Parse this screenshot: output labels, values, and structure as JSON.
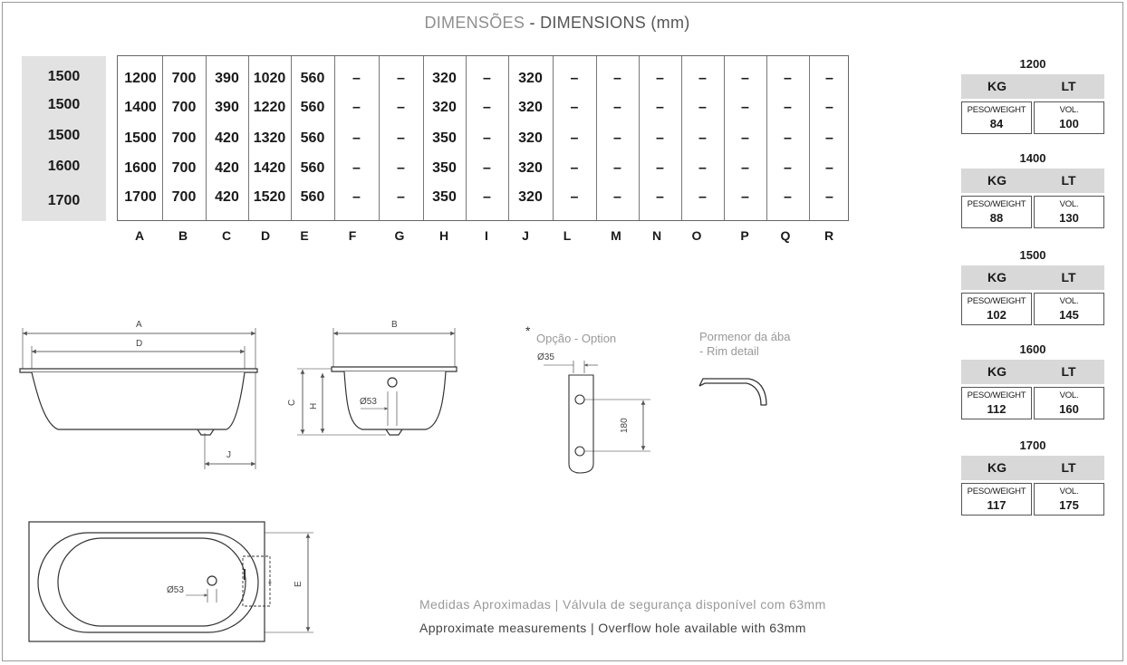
{
  "title": {
    "pt": "DIMENSÕES",
    "sep": " - ",
    "en": "DIMENSIONS (mm)"
  },
  "row_labels": [
    "1500",
    "1500",
    "1500",
    "1600",
    "1700"
  ],
  "columns": [
    "A",
    "B",
    "C",
    "D",
    "E",
    "F",
    "G",
    "H",
    "I",
    "J",
    "L",
    "M",
    "N",
    "O",
    "P",
    "Q",
    "R"
  ],
  "rows": [
    [
      "1200",
      "700",
      "390",
      "1020",
      "560",
      "–",
      "–",
      "320",
      "–",
      "320",
      "–",
      "–",
      "–",
      "–",
      "–",
      "–",
      "–"
    ],
    [
      "1400",
      "700",
      "390",
      "1220",
      "560",
      "–",
      "–",
      "320",
      "–",
      "320",
      "–",
      "–",
      "–",
      "–",
      "–",
      "–",
      "–"
    ],
    [
      "1500",
      "700",
      "420",
      "1320",
      "560",
      "–",
      "–",
      "350",
      "–",
      "320",
      "–",
      "–",
      "–",
      "–",
      "–",
      "–",
      "–"
    ],
    [
      "1600",
      "700",
      "420",
      "1420",
      "560",
      "–",
      "–",
      "350",
      "–",
      "320",
      "–",
      "–",
      "–",
      "–",
      "–",
      "–",
      "–"
    ],
    [
      "1700",
      "700",
      "420",
      "1520",
      "560",
      "–",
      "–",
      "350",
      "–",
      "320",
      "–",
      "–",
      "–",
      "–",
      "–",
      "–",
      "–"
    ]
  ],
  "weights": [
    {
      "model": "1200",
      "kg": "KG",
      "lt": "LT",
      "weight_label": "PESO/WEIGHT",
      "weight": "84",
      "vol_label": "VOL.",
      "vol": "100"
    },
    {
      "model": "1400",
      "kg": "KG",
      "lt": "LT",
      "weight_label": "PESO/WEIGHT",
      "weight": "88",
      "vol_label": "VOL.",
      "vol": "130"
    },
    {
      "model": "1500",
      "kg": "KG",
      "lt": "LT",
      "weight_label": "PESO/WEIGHT",
      "weight": "102",
      "vol_label": "VOL.",
      "vol": "145"
    },
    {
      "model": "1600",
      "kg": "KG",
      "lt": "LT",
      "weight_label": "PESO/WEIGHT",
      "weight": "112",
      "vol_label": "VOL.",
      "vol": "160"
    },
    {
      "model": "1700",
      "kg": "KG",
      "lt": "LT",
      "weight_label": "PESO/WEIGHT",
      "weight": "117",
      "vol_label": "VOL.",
      "vol": "175"
    }
  ],
  "drawings": {
    "side": {
      "a": "A",
      "d": "D",
      "j": "J"
    },
    "section": {
      "b": "B",
      "c": "C",
      "h": "H",
      "dia": "Ø53"
    },
    "option": {
      "star": "*",
      "label": "Opção - Option",
      "dia": "Ø35",
      "h180": "180"
    },
    "rim": {
      "line1": "Pormenor da ába",
      "line2": "- Rim detail"
    },
    "plan": {
      "dia": "Ø53",
      "e": "E",
      "star": "*"
    }
  },
  "notes": {
    "pt": "Medidas Aproximadas | Válvula de segurança disponível com 63mm",
    "en": "Approximate measurements | Overflow hole available with 63mm"
  }
}
